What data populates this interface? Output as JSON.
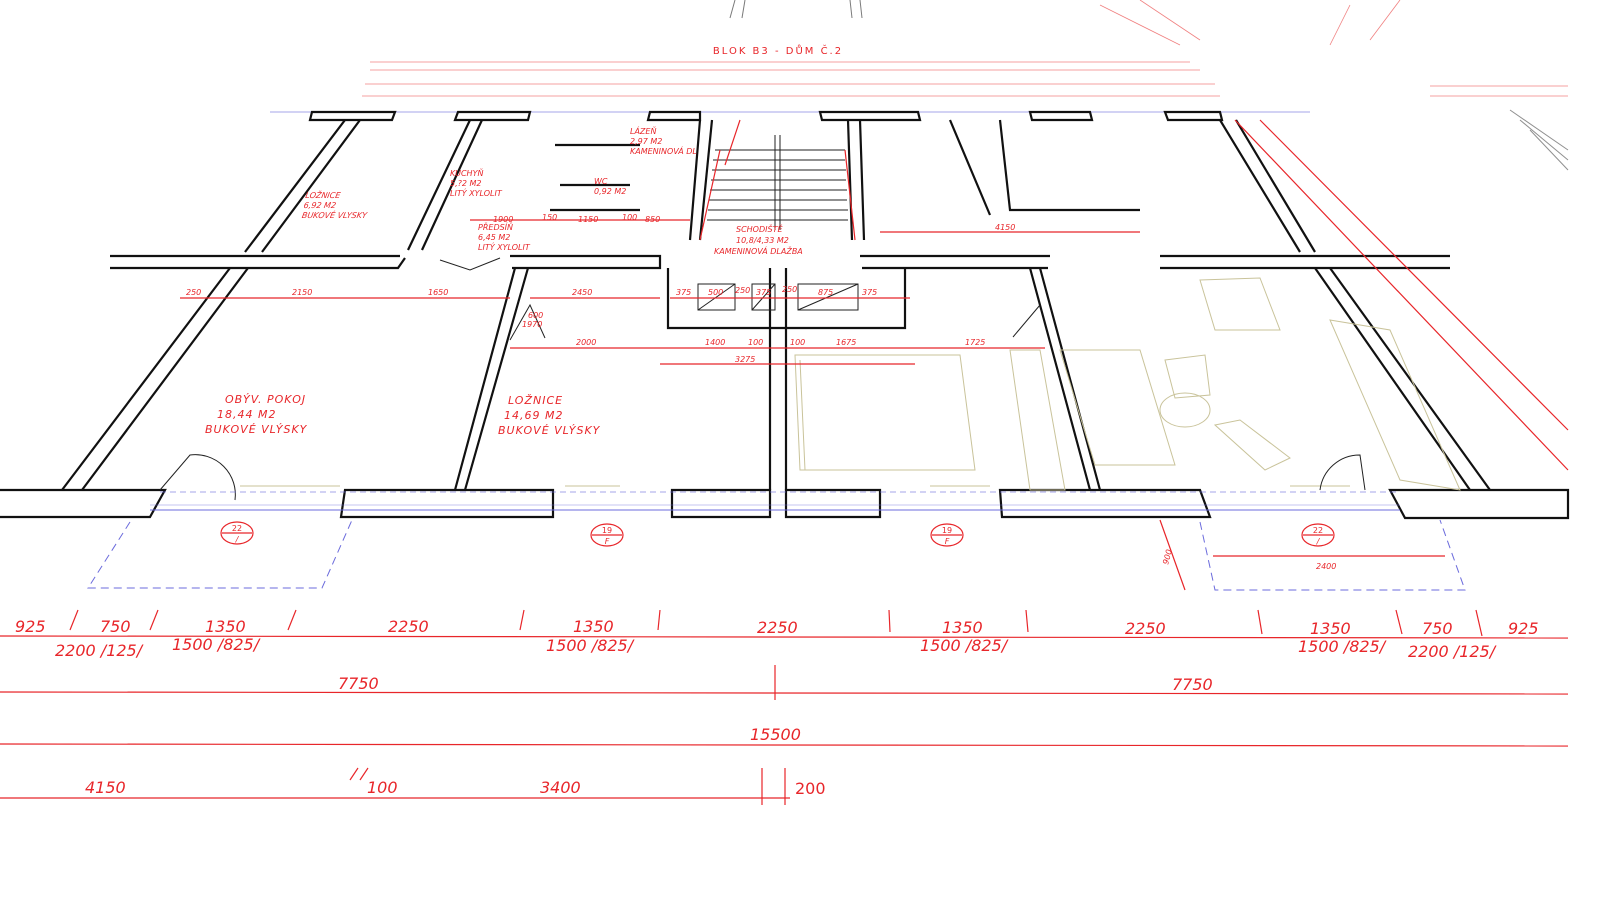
{
  "title": "BLOK B3 - DŮM Č.2",
  "rooms": [
    {
      "name": "LOŽNICE",
      "area": "6,92 M2",
      "floor": "BUKOVÉ VLYSKY"
    },
    {
      "name": "KUCHYŇ",
      "area": "5,?2 M2",
      "floor": "LITÝ XYLOLIT"
    },
    {
      "name": "PŘEDSÍŇ",
      "area": "6,45 M2",
      "floor": "LITÝ XYLOLIT"
    },
    {
      "name": "LÁZEŇ",
      "area": "2,97 M2",
      "floor": "KAMENINOVÁ DL"
    },
    {
      "name": "WC",
      "area": "0,92 M2",
      "floor": ""
    },
    {
      "name": "SCHODIŠTĚ",
      "area": "10,8/4,33 M2",
      "floor": "KAMENINOVÁ DLAŽBA"
    },
    {
      "name": "OBÝV. POKOJ",
      "area": "18,44 M2",
      "floor": "BUKOVÉ VLÝSKY"
    },
    {
      "name": "LOŽNICE",
      "area": "14,69 M2",
      "floor": "BUKOVÉ VLÝSKY"
    }
  ],
  "tags": [
    {
      "num": "22",
      "sub": "/"
    },
    {
      "num": "19",
      "sub": "F"
    },
    {
      "num": "19",
      "sub": "F"
    },
    {
      "num": "22",
      "sub": "/"
    }
  ],
  "inner_dims": [
    "250",
    "2150",
    "1650",
    "2450",
    "2000",
    "1400",
    "100",
    "100",
    "1675",
    "1725",
    "3275",
    "375",
    "500",
    "250",
    "375",
    "250",
    "875",
    "375",
    "900",
    "2400",
    "4150",
    "1900",
    "150",
    "1150",
    "100",
    "850",
    "600",
    "1970"
  ],
  "dim_row1": [
    "925",
    "750",
    "1350",
    "2250",
    "1350",
    "2250",
    "1350",
    "2250",
    "1350",
    "750",
    "925"
  ],
  "dim_row1_sub": [
    "2200 /125/",
    "1500 /825/",
    "1500 /825/",
    "1500 /825/",
    "1500 /825/",
    "2200 /125/"
  ],
  "dim_row2": [
    "7750",
    "7750"
  ],
  "dim_row3": [
    "15500"
  ],
  "dim_row4": [
    "4150",
    "100",
    "3400",
    "200"
  ],
  "colors": {
    "dimension": "#e8262a",
    "wall": "#111111",
    "axis": "#6b6bdc",
    "furniture": "#c9c39a"
  }
}
